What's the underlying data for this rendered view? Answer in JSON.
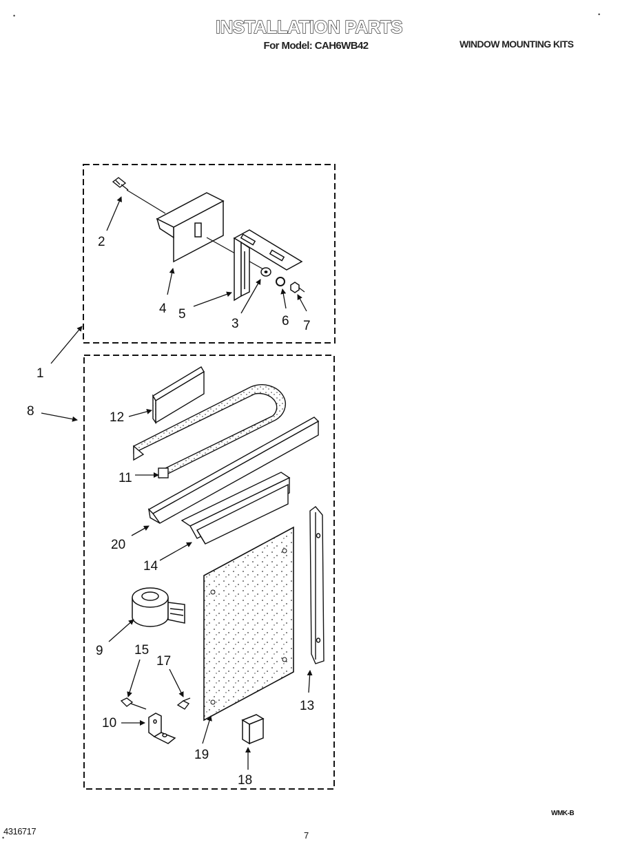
{
  "header": {
    "title": "INSTALLATION PARTS",
    "subtitle": "For Model: CAH6WB42",
    "section": "WINDOW MOUNTING KITS"
  },
  "callouts": [
    "1",
    "2",
    "3",
    "4",
    "5",
    "6",
    "7",
    "8",
    "9",
    "10",
    "11",
    "12",
    "13",
    "14",
    "15",
    "17",
    "18",
    "19",
    "20"
  ],
  "footer": {
    "code": "WMK-B",
    "document_number": "4316717",
    "page_number": "7"
  }
}
